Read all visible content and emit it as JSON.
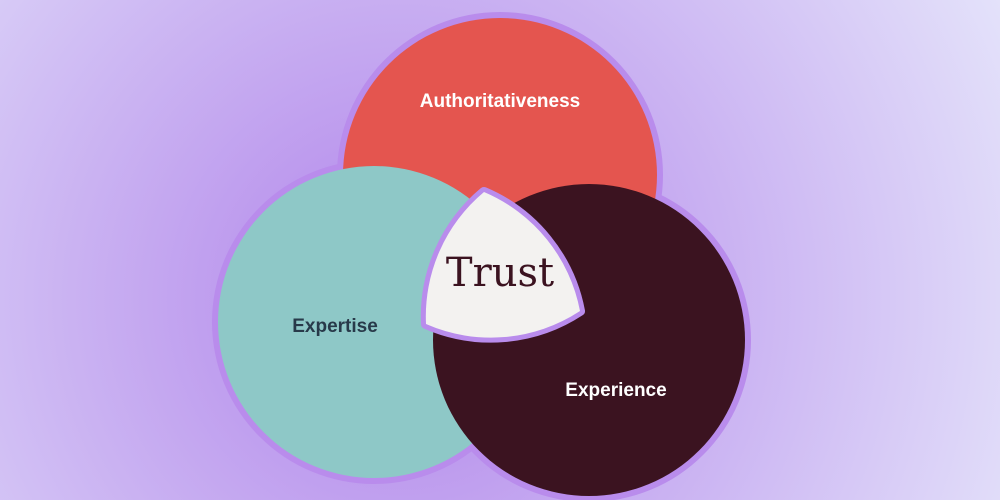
{
  "diagram": {
    "type": "venn-three-circles",
    "sets": [
      {
        "name": "Authoritativeness",
        "color": "#e4554f",
        "label_color": "#ffffff"
      },
      {
        "name": "Expertise",
        "color": "#8ec8c7",
        "label_color": "#283a4a"
      },
      {
        "name": "Experience",
        "color": "#3b1320",
        "label_color": "#ffffff"
      }
    ],
    "center": {
      "name": "Trust",
      "color": "#f3f2f0",
      "label_color": "#3b1320"
    },
    "outline_color": "#b98cec",
    "background": {
      "center_color": "#b184ea",
      "edge_color": "#e6e6fb"
    }
  }
}
